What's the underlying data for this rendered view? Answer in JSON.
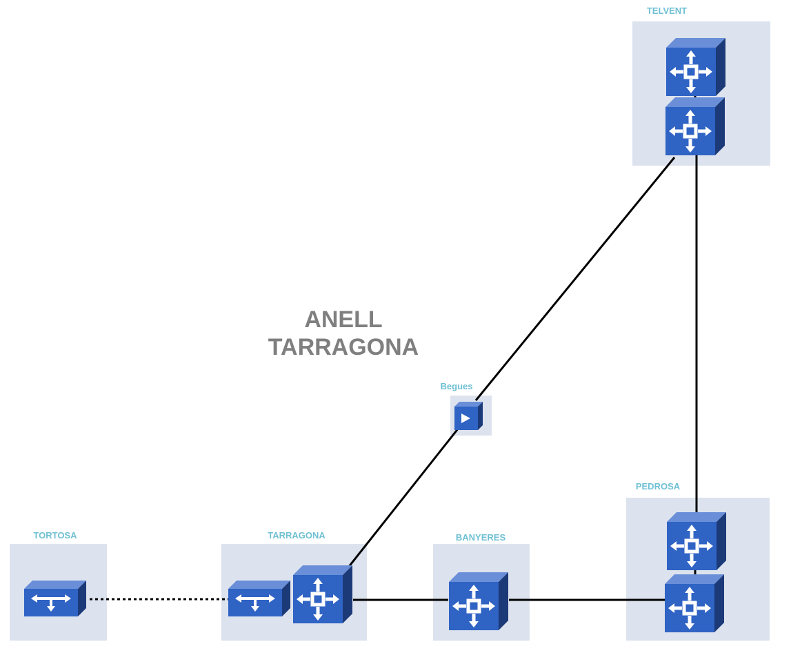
{
  "title": {
    "line1": "ANELL",
    "line2": "TARRAGONA"
  },
  "sites": {
    "telvent": "TELVENT",
    "begues": "Begues",
    "pedrosa": "PEDROSA",
    "tortosa": "TORTOSA",
    "tarragona": "TARRAGONA",
    "banyeres": "BANYERES"
  },
  "colors": {
    "site_box": "#dde3ee",
    "label": "#6fc0d4",
    "title": "#7f7f7f",
    "device_front": "#2f63c4",
    "device_top": "#6a8fd8",
    "device_side": "#1c3a78",
    "link": "#000000"
  },
  "icons": {
    "router": "router-icon",
    "switch": "switch-icon",
    "device": "play-icon"
  }
}
